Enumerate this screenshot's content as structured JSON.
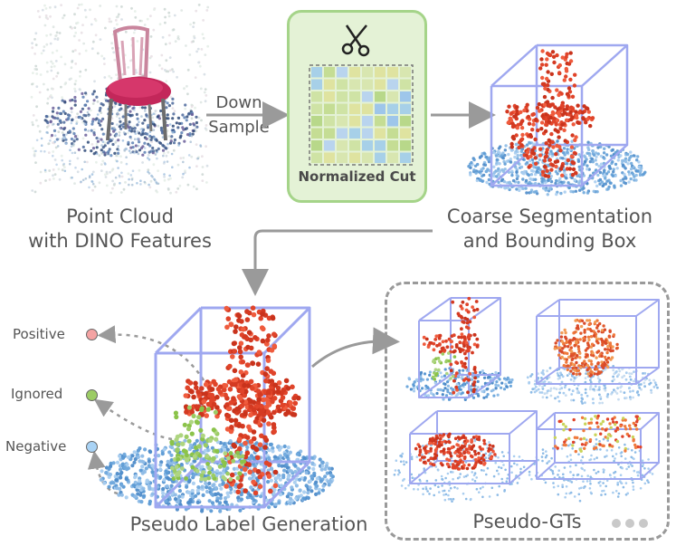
{
  "labels": {
    "point_cloud_line1": "Point Cloud",
    "point_cloud_line2": "with DINO Features",
    "down_sample_line1": "Down",
    "down_sample_line2": "Sample",
    "normalized_cut": "Normalized Cut",
    "coarse_line1": "Coarse Segmentation",
    "coarse_line2": "and Bounding Box",
    "positive": "Positive",
    "ignored": "Ignored",
    "negative": "Negative",
    "pseudo_label_generation": "Pseudo Label Generation",
    "pseudo_gts": "Pseudo-GTs"
  },
  "colors": {
    "positive": "#f4a3a3",
    "ignored": "#9ccc65",
    "negative": "#a9d3f5",
    "box": "#9fa8f0",
    "red_points": "#e0442a",
    "blue_points": "#6fa8dc",
    "green_panel": "#e4f2d6",
    "green_border": "#a5d489",
    "arrow": "#9a9a9a"
  }
}
